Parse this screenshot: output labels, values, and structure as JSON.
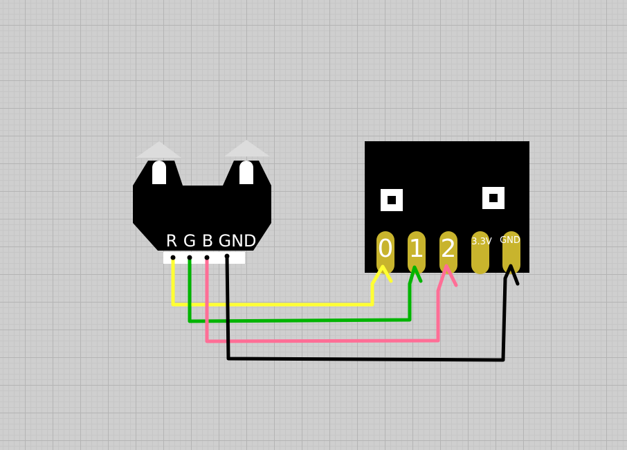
{
  "rgb_led": {
    "pins": [
      {
        "label": "R"
      },
      {
        "label": "G"
      },
      {
        "label": "B"
      },
      {
        "label": "GND"
      }
    ]
  },
  "board": {
    "pins": [
      {
        "label": "0"
      },
      {
        "label": "1"
      },
      {
        "label": "2"
      },
      {
        "label": "3.3V"
      },
      {
        "label": "GND"
      }
    ]
  },
  "wires": [
    {
      "from": "R",
      "to": "0",
      "color": "#ffff33"
    },
    {
      "from": "G",
      "to": "1",
      "color": "#00b400"
    },
    {
      "from": "B",
      "to": "2",
      "color": "#ff6e96"
    },
    {
      "from": "GND",
      "to": "GND",
      "color": "#000000"
    }
  ]
}
